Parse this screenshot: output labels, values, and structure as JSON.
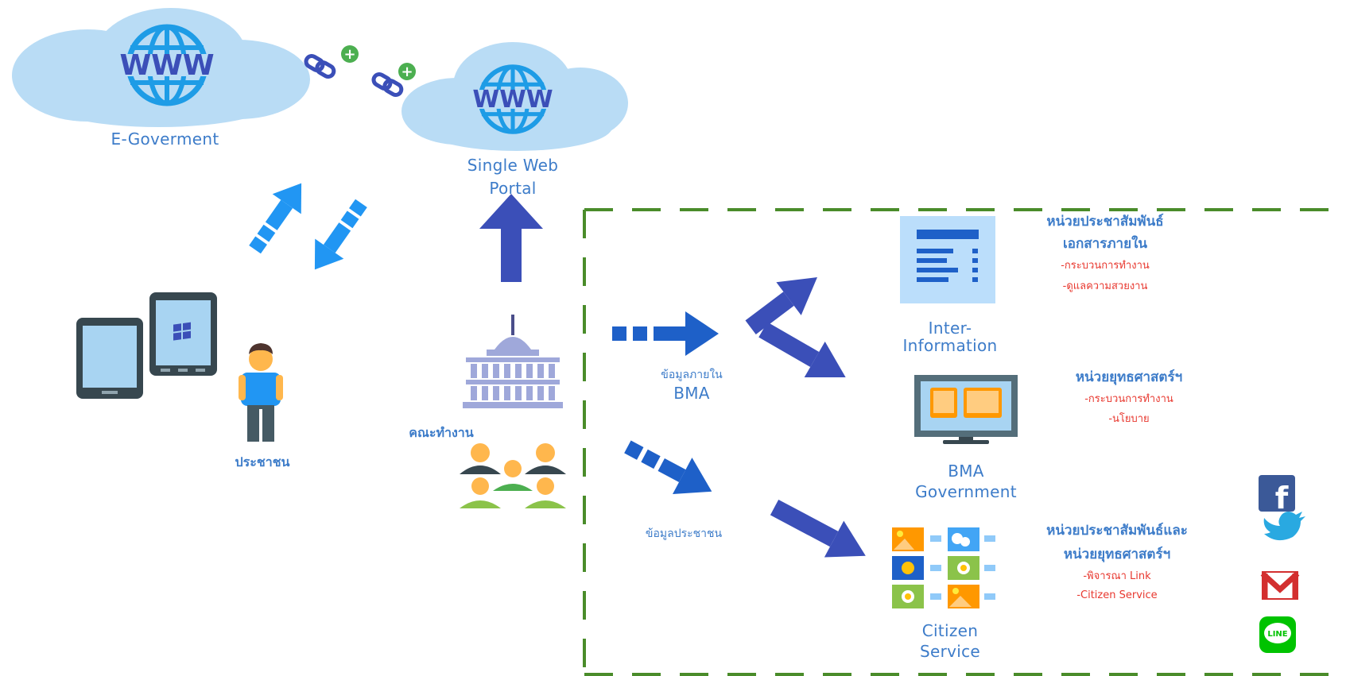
{
  "portals": {
    "egov_label": "E-Goverment",
    "single_web_portal_line1": "Single Web",
    "single_web_portal_line2": "Portal",
    "www_text": "WWW"
  },
  "left": {
    "citizen_label": "ประชาชน"
  },
  "center": {
    "working_group_label": "คณะทำงาน",
    "internal_data_line1": "ข้อมูลภายใน",
    "internal_data_line2": "BMA",
    "citizen_data_label": "ข้อมูลประชาชน"
  },
  "nodes": {
    "inter_information": {
      "label_line1": "Inter-",
      "label_line2": "Information",
      "heading_line1": "หน่วยประชาสัมพันธ์",
      "heading_line2": "เอกสารภายใน",
      "items": [
        "-กระบวนการทำงาน",
        "-ดูแลความสวยงาน"
      ]
    },
    "bma_government": {
      "label_line1": "BMA",
      "label_line2": "Government",
      "heading_line1": "หน่วยยุทธศาสตร์ฯ",
      "items": [
        "-กระบวนการทำงาน",
        "-นโยบาย"
      ]
    },
    "citizen_service": {
      "label_line1": "Citizen",
      "label_line2": "Service",
      "heading_line1": "หน่วยประชาสัมพันธ์และ",
      "heading_line2": "หน่วยยุทธศาสตร์ฯ",
      "items": [
        "-พิจารณา Link",
        "-Citizen Service"
      ]
    }
  },
  "social": {
    "facebook_glyph": "f",
    "line_text": "LINE",
    "icons": [
      "facebook-icon",
      "twitter-icon",
      "gmail-icon",
      "line-icon"
    ]
  },
  "colors": {
    "cloud": "#b9dcf5",
    "globe": "#1e9ce6",
    "arrow_dark": "#3b4fb8",
    "arrow_light": "#2196f3",
    "dashed_border": "#4a8c2a",
    "label_blue": "#3d7cc9",
    "label_red": "#e8382f"
  }
}
